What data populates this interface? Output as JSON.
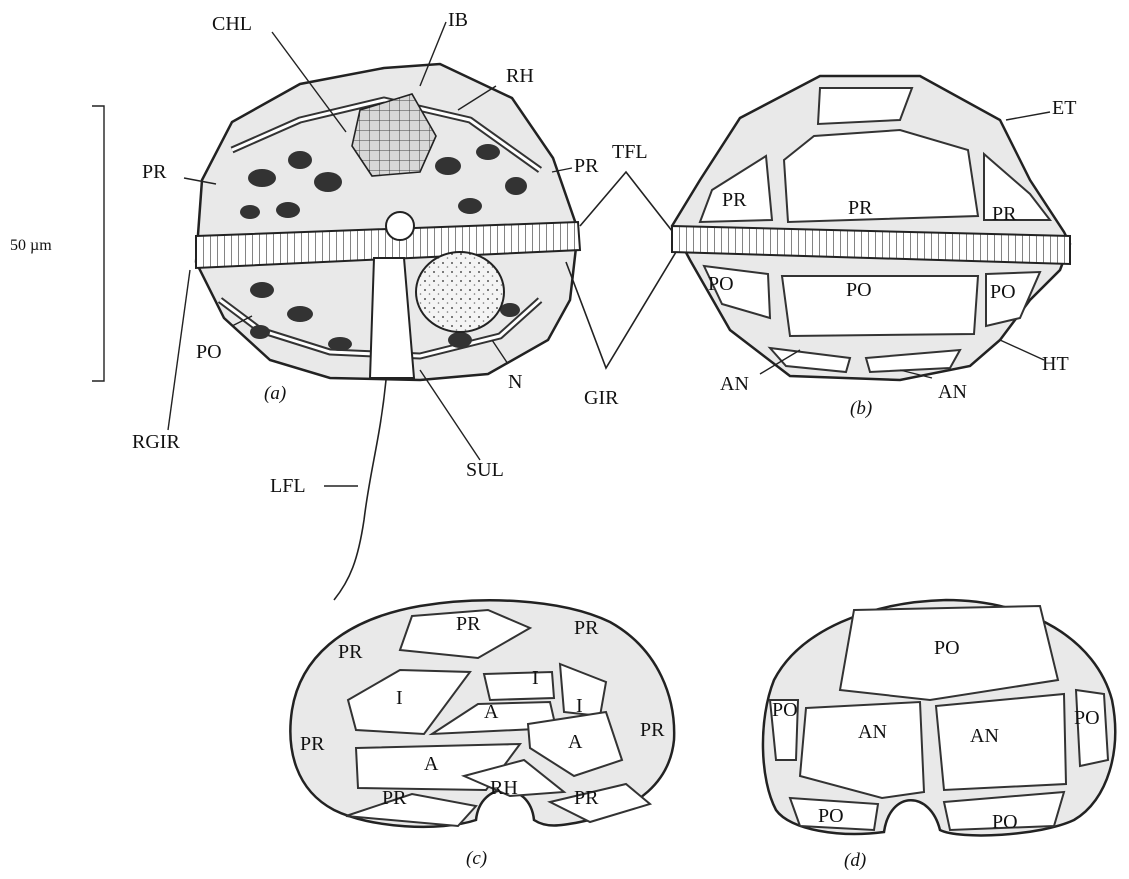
{
  "scale_bar": {
    "label": "50 µm"
  },
  "panel_a": {
    "caption": "(a)",
    "labels": {
      "chl": "CHL",
      "ib": "IB",
      "rh": "RH",
      "pr_left": "PR",
      "pr_right": "PR",
      "po": "PO",
      "n": "N",
      "rgir": "RGIR",
      "sul": "SUL",
      "lfl": "LFL"
    }
  },
  "shared": {
    "tfl": "TFL",
    "gir": "GIR"
  },
  "panel_b": {
    "caption": "(b)",
    "labels": {
      "et": "ET",
      "ht": "HT",
      "pr_left": "PR",
      "pr_center": "PR",
      "pr_right": "PR",
      "po_left": "PO",
      "po_center": "PO",
      "po_right": "PO",
      "an_left": "AN",
      "an_right": "AN"
    }
  },
  "panel_c": {
    "caption": "(c)",
    "labels": {
      "pr_top": "PR",
      "pr_topleft": "PR",
      "pr_topright": "PR",
      "i_left": "I",
      "i_mid": "I",
      "i_right": "I",
      "a_top": "A",
      "a_left": "A",
      "a_right": "A",
      "rh": "RH",
      "pr_left": "PR",
      "pr_right": "PR",
      "pr_bottom": "PR",
      "pr_bottomright": "PR"
    }
  },
  "panel_d": {
    "caption": "(d)",
    "labels": {
      "po_top": "PO",
      "po_left": "PO",
      "po_right": "PO",
      "an_left": "AN",
      "an_right": "AN",
      "po_bottomleft": "PO",
      "po_bottomright": "PO"
    }
  }
}
